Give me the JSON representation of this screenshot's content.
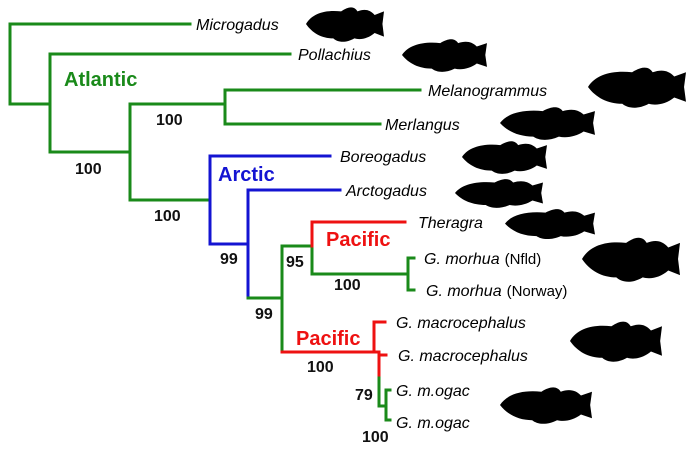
{
  "colors": {
    "atlantic": "#1a8a1a",
    "arctic": "#1414d2",
    "pacific": "#ee1111"
  },
  "regions": {
    "atlantic": "Atlantic",
    "arctic": "Arctic",
    "pacific_upper": "Pacific",
    "pacific_lower": "Pacific"
  },
  "taxa": [
    {
      "name": "Microgadus",
      "loc": ""
    },
    {
      "name": "Pollachius",
      "loc": ""
    },
    {
      "name": "Melanogrammus",
      "loc": ""
    },
    {
      "name": "Merlangus",
      "loc": ""
    },
    {
      "name": "Boreogadus",
      "loc": ""
    },
    {
      "name": "Arctogadus",
      "loc": ""
    },
    {
      "name": "Theragra",
      "loc": ""
    },
    {
      "name": "G. morhua",
      "loc": "(Nfld)"
    },
    {
      "name": "G. morhua",
      "loc": "(Norway)"
    },
    {
      "name": "G. macrocephalus",
      "loc": ""
    },
    {
      "name": "G. macrocephalus",
      "loc": ""
    },
    {
      "name": "G. m.ogac",
      "loc": ""
    },
    {
      "name": "G. m.ogac",
      "loc": ""
    }
  ],
  "bootstrap": [
    "100",
    "100",
    "100",
    "99",
    "99",
    "95",
    "100",
    "100",
    "79",
    "100"
  ],
  "fish_icons": [
    "cod-icon",
    "pollock-icon",
    "haddock-icon",
    "whiting-icon",
    "polar-cod-icon",
    "arctic-cod-icon",
    "walleye-pollock-icon",
    "atlantic-cod-icon",
    "pacific-cod-icon",
    "greenland-cod-icon"
  ]
}
